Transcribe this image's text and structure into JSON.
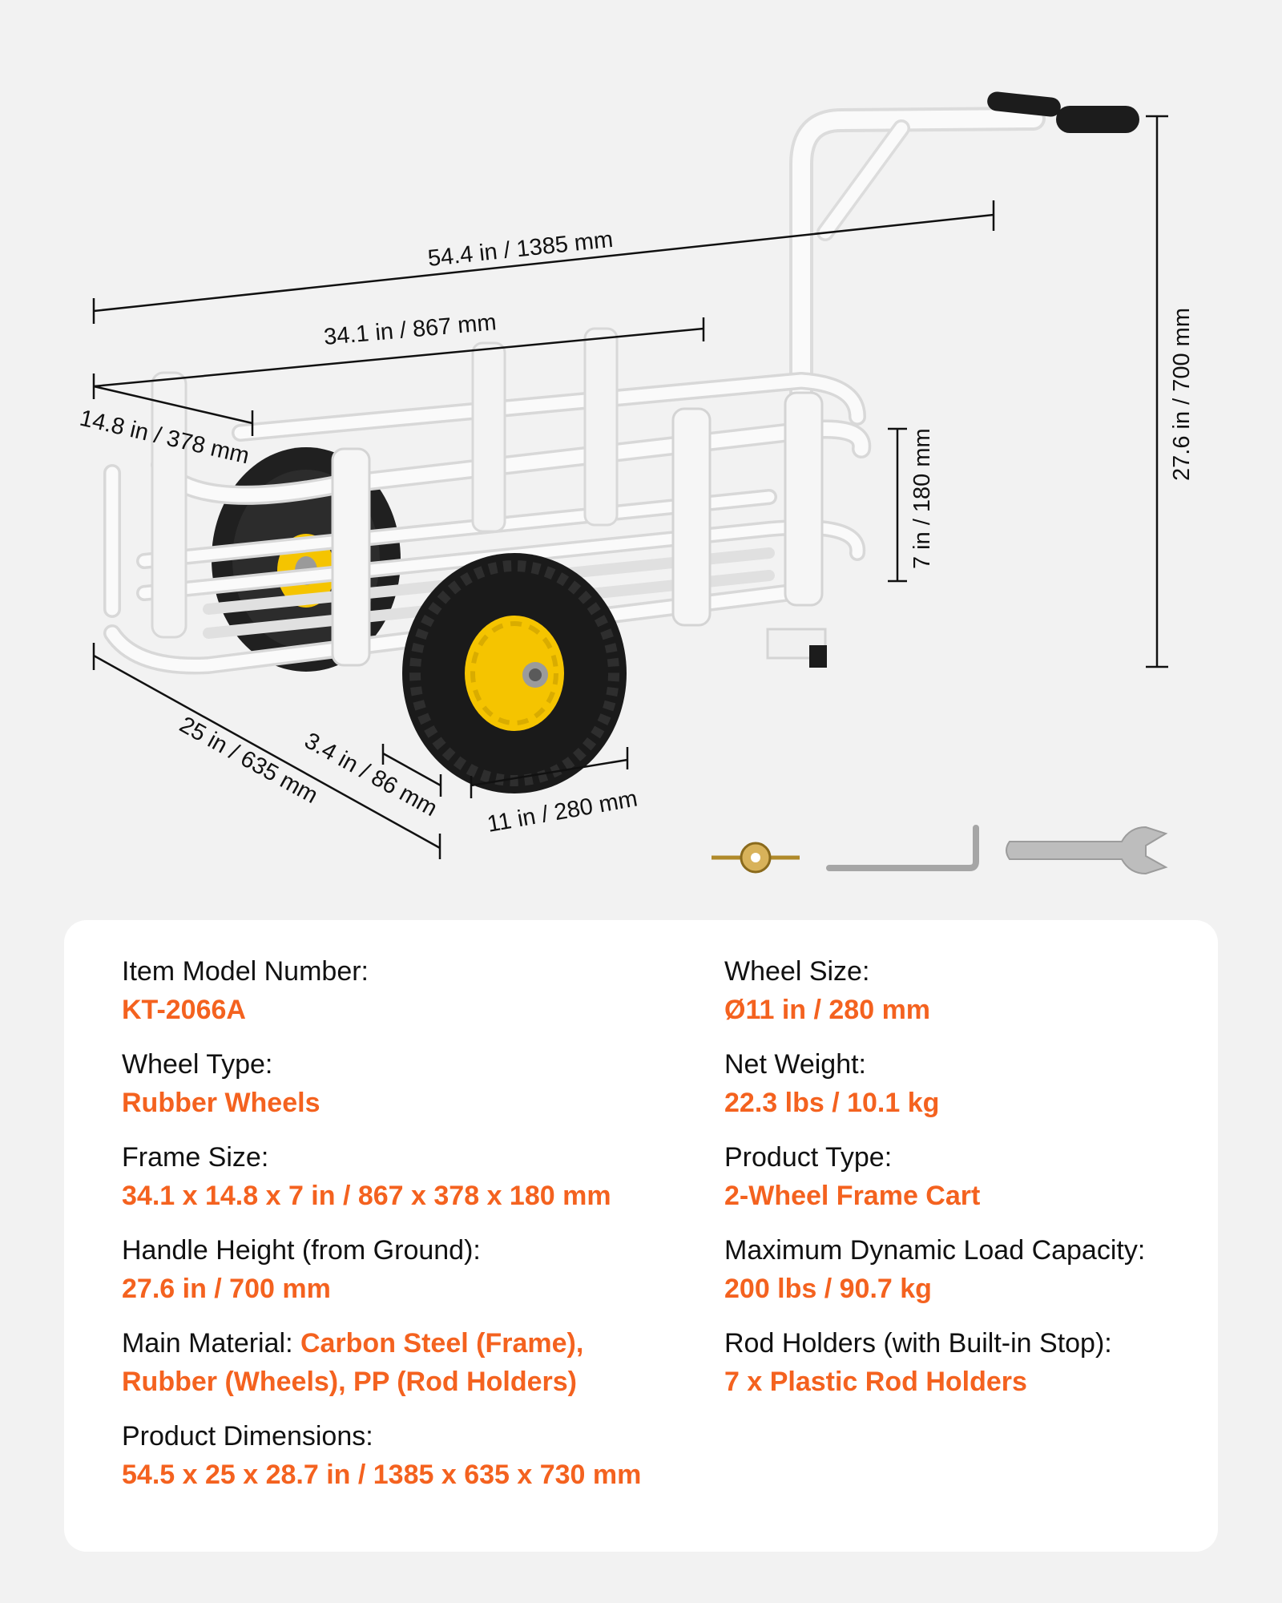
{
  "colors": {
    "background": "#f2f2f2",
    "card": "#ffffff",
    "accent": "#f4621f",
    "text": "#111111",
    "wheel_hub": "#f5c400",
    "tire": "#1a1a1a",
    "frame": "#f7f7f7"
  },
  "dimensions": {
    "overall_length": "54.4 in / 1385 mm",
    "frame_length": "34.1 in / 867 mm",
    "frame_width": "14.8 in / 378 mm",
    "frame_height": "7 in / 180 mm",
    "handle_height": "27.6 in / 700 mm",
    "overall_width": "25 in / 635 mm",
    "wheel_width": "3.4 in / 86 mm",
    "wheel_diameter": "11 in / 280 mm"
  },
  "accessories": [
    "bolt-key-icon",
    "hex-key-icon",
    "wrench-icon"
  ],
  "specs": {
    "left": [
      {
        "label": "Item Model Number:",
        "value": "KT-2066A"
      },
      {
        "label": "Wheel Type:",
        "value": "Rubber Wheels"
      },
      {
        "label": "Frame Size:",
        "value": "34.1 x 14.8 x 7 in / 867 x 378 x 180 mm"
      },
      {
        "label": "Handle Height (from Ground):",
        "value": "27.6 in / 700 mm"
      },
      {
        "label": "Main Material: ",
        "value_inline": "Carbon Steel (Frame),",
        "value": "Rubber (Wheels), PP (Rod Holders)"
      },
      {
        "label": "Product Dimensions:",
        "value": "54.5 x 25 x 28.7 in / 1385 x 635 x 730 mm"
      }
    ],
    "right": [
      {
        "label": "Wheel Size:",
        "value": "Ø11 in / 280 mm"
      },
      {
        "label": "Net Weight:",
        "value": "22.3 lbs / 10.1 kg"
      },
      {
        "label": "Product Type:",
        "value": "2-Wheel Frame Cart"
      },
      {
        "label": "Maximum Dynamic Load Capacity:",
        "value": "200 lbs / 90.7 kg"
      },
      {
        "label": "Rod Holders  (with Built-in Stop):",
        "value": "7 x Plastic Rod Holders"
      }
    ]
  }
}
